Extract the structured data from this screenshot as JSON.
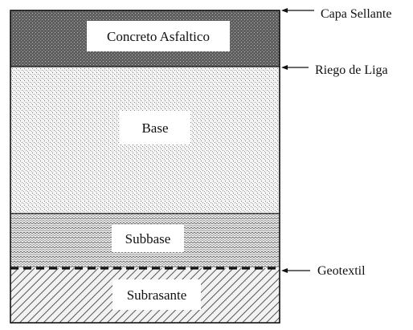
{
  "layers": {
    "concreto": "Concreto Asfaltico",
    "base": "Base",
    "subbase": "Subbase",
    "subrasante": "Subrasante"
  },
  "callouts": {
    "capa_sellante": "Capa Sellante",
    "riego_de_liga": "Riego de Liga",
    "geotextil": "Geotextil"
  }
}
